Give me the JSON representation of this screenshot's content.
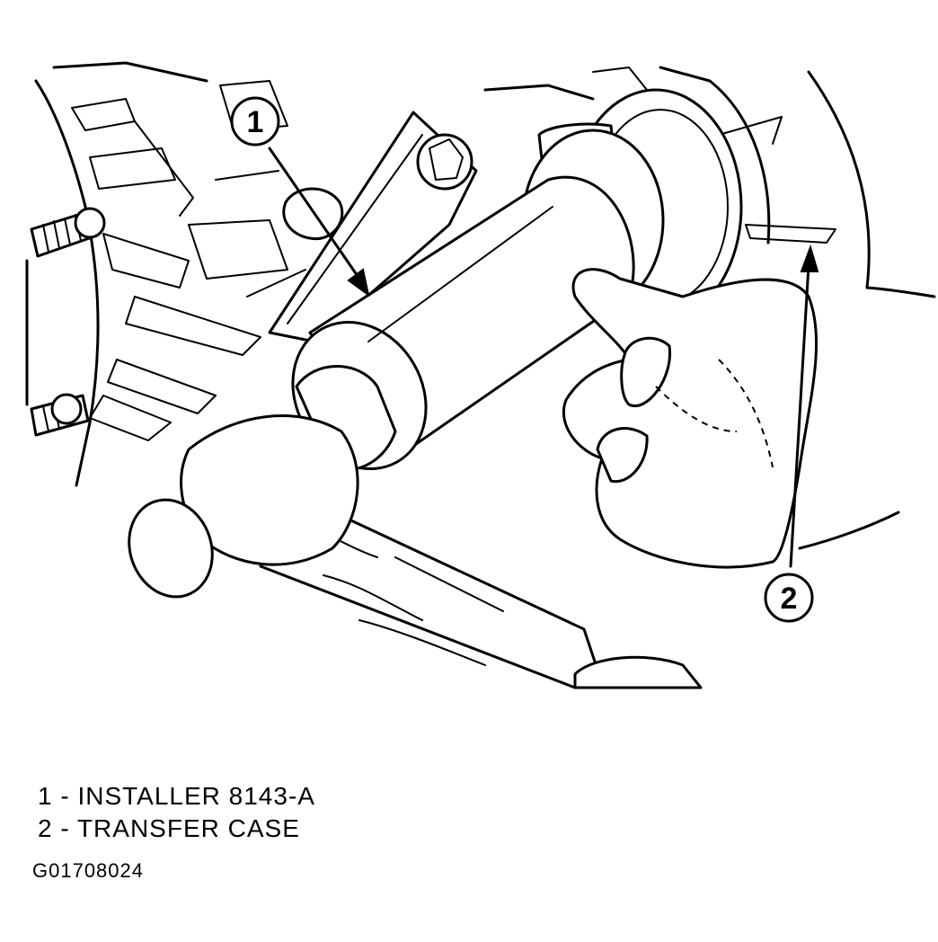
{
  "callouts": [
    {
      "number": "1"
    },
    {
      "number": "2"
    }
  ],
  "legend": [
    {
      "text": "1 - INSTALLER 8143-A"
    },
    {
      "text": "2 - TRANSFER CASE"
    }
  ],
  "figure_code": "G01708024"
}
